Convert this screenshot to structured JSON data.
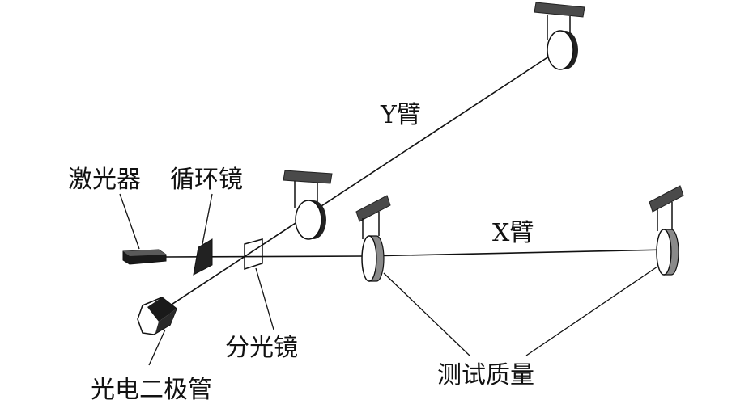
{
  "labels": {
    "laser": "激光器",
    "circulator": "循环镜",
    "y_arm": "Y臂",
    "x_arm": "X臂",
    "beam_splitter": "分光镜",
    "photodiode": "光电二极管",
    "test_mass": "测试质量"
  },
  "colors": {
    "ink": "#111111",
    "mount": "#444444",
    "mirror_face": "#ffffff",
    "mirror_edge": "#888888"
  }
}
